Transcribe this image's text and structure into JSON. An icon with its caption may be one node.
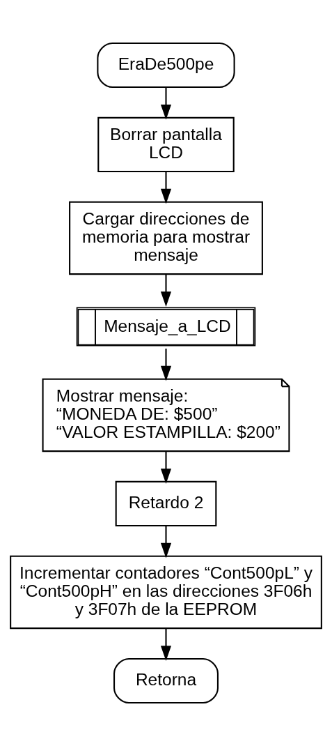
{
  "diagram": {
    "nodes": [
      {
        "text": [
          "EraDe500pe"
        ]
      },
      {
        "text": [
          "Borrar pantalla LCD"
        ]
      },
      {
        "text": [
          "Cargar direcciones de memoria para mostrar mensaje"
        ]
      },
      {
        "text": [
          "Mensaje_a_LCD"
        ]
      },
      {
        "text": [
          "Mostrar mensaje:",
          "“MONEDA DE: $500”",
          "“VALOR ESTAMPILLA: $200”"
        ]
      },
      {
        "text": [
          "Retardo 2"
        ]
      },
      {
        "text": [
          "Incrementar contadores “Cont500pL” y “Cont500pH” en las direcciones 3F06h y 3F07h de la EEPROM"
        ]
      },
      {
        "text": [
          "Retorna"
        ]
      }
    ],
    "edges": [
      {
        "from": 0,
        "to": 1,
        "arrow": "to"
      },
      {
        "from": 1,
        "to": 2,
        "arrow": "to"
      },
      {
        "from": 2,
        "to": 3,
        "arrow": "to"
      },
      {
        "from": 3,
        "to": 4,
        "arrow": "to"
      },
      {
        "from": 4,
        "to": 5,
        "arrow": "to"
      },
      {
        "from": 5,
        "to": 6,
        "arrow": "to"
      },
      {
        "from": 6,
        "to": 7,
        "arrow": "to"
      }
    ]
  }
}
